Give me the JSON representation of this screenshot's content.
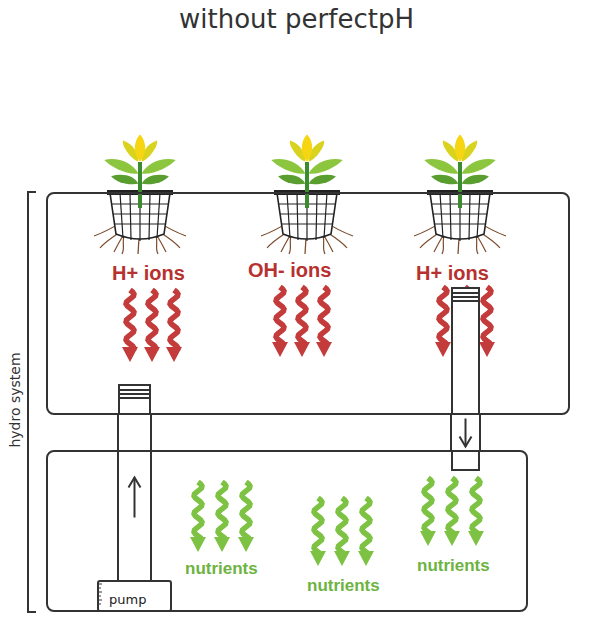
{
  "diagram": {
    "title": "without perfectpH",
    "nodes": [
      {
        "text": [
          "H+ ions",
          "OH- ions",
          "H+ ions"
        ]
      },
      {
        "text": [
          "nutrients",
          "nutrients",
          "nutrients"
        ]
      },
      {
        "text": [
          "pump"
        ],
        "in": 1
      }
    ],
    "edges": [
      {
        "from": 2,
        "to": 0,
        "arrow": "to"
      },
      {
        "from": 0,
        "to": 1,
        "arrow": "to"
      }
    ],
    "labels": [
      "hydro system"
    ]
  }
}
